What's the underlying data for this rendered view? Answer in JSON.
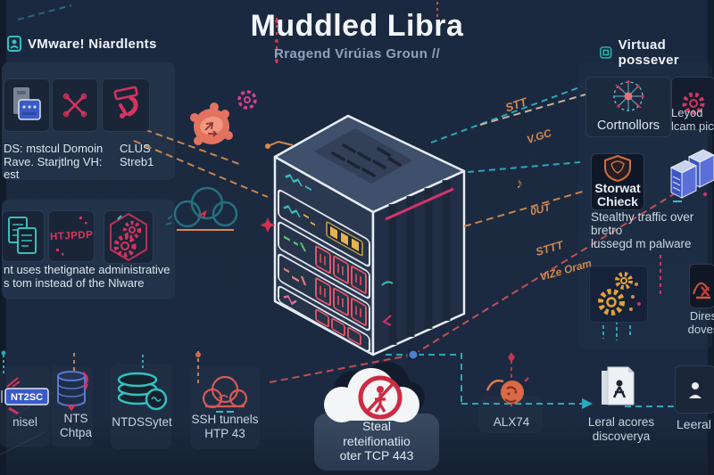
{
  "title": {
    "main": "Muddled Libra",
    "subtitle": "Rragend Virúias Groun //"
  },
  "left": {
    "header": "VMware! Niardlents",
    "panel1": {
      "cap_l1": "DS: mstcul Domoin",
      "cap_l2": "Rave. Starjtlng VH: est",
      "cap_r1": "CLUS",
      "cap_r2": "Streb1"
    },
    "panel2": {
      "httpd": "HTJPDP",
      "cap1": "nt uses thetignate administrative",
      "cap2": "s tom instead of the Nlware"
    }
  },
  "right": {
    "header": "Virtuad possever",
    "controllers": "Cortnollors",
    "leyod_l1": "Leyod",
    "leyod_l2": "lcam pict",
    "storwat_l1": "Storwat",
    "storwat_l2": "Chieck",
    "cap1": "Stealthy traffic over bretro",
    "cap2": "lussegd m palware",
    "dires_l1": "Dires",
    "dires_l2": "doves"
  },
  "bottom": {
    "nt2sc_badge": "NT2SC",
    "nisel": "nisel",
    "nts_l1": "NTS",
    "nts_l2": "Chtpa",
    "ntds": "NTDSSytet",
    "ssh_l1": "SSH tunnels",
    "ssh_l2": "HTP 43",
    "steal_l1": "Steal",
    "steal_l2": "reteifionatiio",
    "steal_l3": "oter TCP 443",
    "alx": "ALX74",
    "leral_l1": "Leral acores",
    "leral_l2": "discoverya",
    "leeral": "Leeral"
  },
  "annotations": {
    "a1": "STT",
    "a2": "V.GC",
    "a3": "♪",
    "a4": "0UT",
    "a5": "STTT",
    "a6": "ViZe Oram"
  },
  "colors": {
    "background": "#1b2940",
    "teal": "#35c0bf",
    "red": "#d63453",
    "orange": "#d98b4f",
    "yellow": "#e5b54a",
    "magenta": "#d6336c",
    "blue": "#3a5bc7",
    "white_text": "#eef3f8"
  }
}
